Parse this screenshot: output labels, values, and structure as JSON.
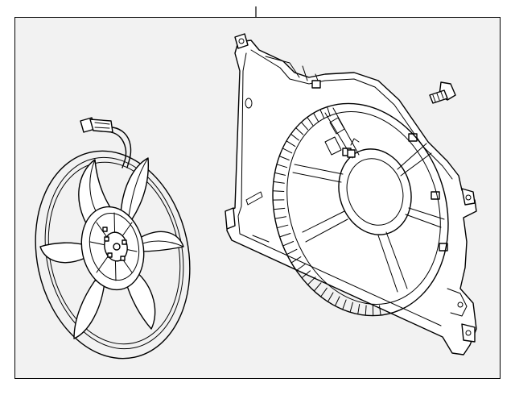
{
  "diagram": {
    "background_color": "#f2f2f2",
    "line_color": "#000000",
    "frame_border_color": "#000000"
  },
  "parts": [
    {
      "id": "leader-line",
      "kind": "callout"
    },
    {
      "id": "fan-assembly",
      "kind": "illustration"
    },
    {
      "id": "fan-motor-connector",
      "kind": "illustration"
    },
    {
      "id": "fan-shroud",
      "kind": "illustration"
    },
    {
      "id": "mounting-bolt",
      "kind": "illustration"
    }
  ]
}
